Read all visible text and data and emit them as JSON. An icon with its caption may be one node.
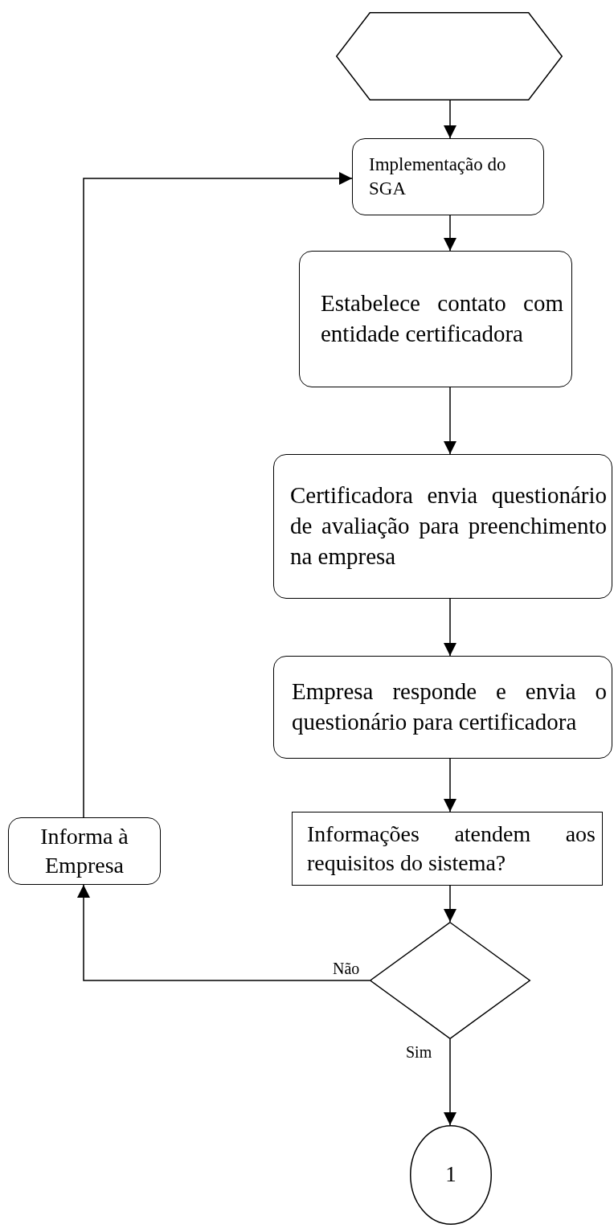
{
  "diagram": {
    "nodes": [
      {
        "text": [],
        "shape": "hexagon"
      },
      {
        "text": [
          "Implementação do SGA"
        ]
      },
      {
        "text": [
          "Estabelece contato com entidade certificadora"
        ]
      },
      {
        "text": [
          "Certificadora envia questionário de avaliação para preenchimento na empresa"
        ]
      },
      {
        "text": [
          "Empresa responde e envia o questionário para certificadora"
        ]
      },
      {
        "text": [
          "Informa à Empresa"
        ]
      },
      {
        "text": [
          "Informações atendem aos requisitos do sistema?"
        ]
      },
      {
        "text": [],
        "shape": "diamond"
      },
      {
        "text": [
          "1"
        ]
      }
    ],
    "edges": [
      {
        "from": 0,
        "to": 1,
        "arrow": "to"
      },
      {
        "from": 1,
        "to": 2,
        "arrow": "to"
      },
      {
        "from": 2,
        "to": 3,
        "arrow": "to"
      },
      {
        "from": 3,
        "to": 4,
        "arrow": "to"
      },
      {
        "from": 4,
        "to": 6,
        "arrow": "to"
      },
      {
        "from": 6,
        "to": 7,
        "arrow": "to"
      },
      {
        "from": 7,
        "to": 5,
        "label": "Não",
        "arrow": "to"
      },
      {
        "from": 5,
        "to": 1,
        "arrow": "to"
      },
      {
        "from": 7,
        "to": 8,
        "label": "Sim",
        "arrow": "to"
      }
    ]
  }
}
